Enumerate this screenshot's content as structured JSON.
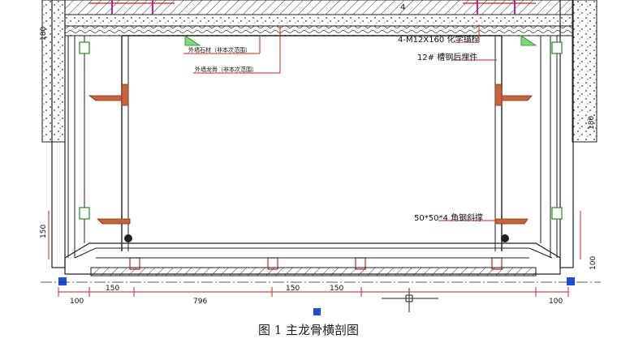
{
  "caption": "图 1  主龙骨横剖图",
  "drawing": {
    "top_label": "4",
    "notes": {
      "anchor_bolt": "4-M12X160 化学锚栓",
      "embedded_part": "12# 槽钢后埋件",
      "outer_stone": "外墙石材（非本次范围）",
      "outer_keel": "外墙龙骨（非本次范围）",
      "angle_steel": "50*50*4 角钢斜撑"
    },
    "dimensions": {
      "left_vertical": "150",
      "right_vertical": "100",
      "bottom_left_100": "100",
      "bottom_150_a": "150",
      "bottom_796": "796",
      "bottom_150_b": "150",
      "bottom_150_c": "150",
      "bottom_right_100": "100",
      "side_label_left": "180",
      "side_label_right": "180"
    }
  }
}
